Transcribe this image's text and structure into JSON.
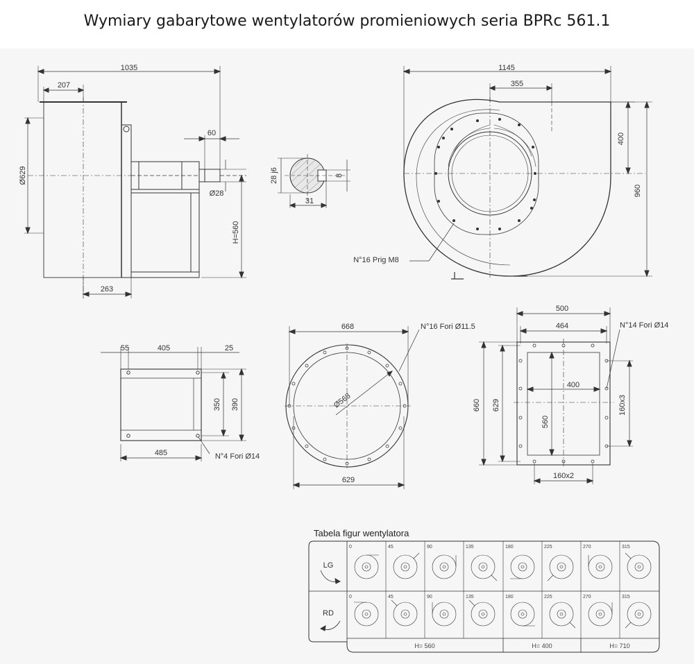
{
  "page": {
    "title": "Wymiary gabarytowe wentylatorów promieniowych seria BPRc 561.1"
  },
  "side_view": {
    "overall_length": "1035",
    "inlet_depth": "207",
    "inlet_diameter": "Ø629",
    "shaft_extension": "60",
    "shaft_diameter": "Ø28",
    "base_offset": "263",
    "shaft_height": "H=560"
  },
  "shaft_section": {
    "shaft_tolerance": "28 j6",
    "key_width": "8",
    "key_depth": "31"
  },
  "front_view": {
    "overall_width": "1145",
    "outlet_offset": "355",
    "outlet_height": "400",
    "overall_height": "960",
    "holes_note": "N°16 Prig M8"
  },
  "base_plate": {
    "left_margin": "55",
    "hole_spacing": "405",
    "right_margin": "25",
    "overall_length": "485",
    "inner_height": "350",
    "outer_height": "390",
    "holes_note": "N°4 Fori Ø14"
  },
  "inlet_flange": {
    "outer_size": "668",
    "bolt_circle": "Ø568",
    "inner_size": "629",
    "holes_note": "N°16 Fori Ø11.5"
  },
  "outlet_flange": {
    "outer_width": "500",
    "hole_spacing_width": "464",
    "opening_width": "400",
    "outer_height": "660",
    "hole_spacing_height": "629",
    "opening_height": "560",
    "hole_pitch_side": "160x3",
    "hole_pitch_bottom": "160x2",
    "holes_note": "N°14 Fori Ø14"
  },
  "figures_table": {
    "title": "Tabela figur wentylatora",
    "row_lg": "LG",
    "row_rd": "RD",
    "angles": [
      "0",
      "45",
      "90",
      "135",
      "180",
      "225",
      "270",
      "315"
    ],
    "height_groups": [
      "H= 560",
      "H= 400",
      "H= 710"
    ]
  }
}
